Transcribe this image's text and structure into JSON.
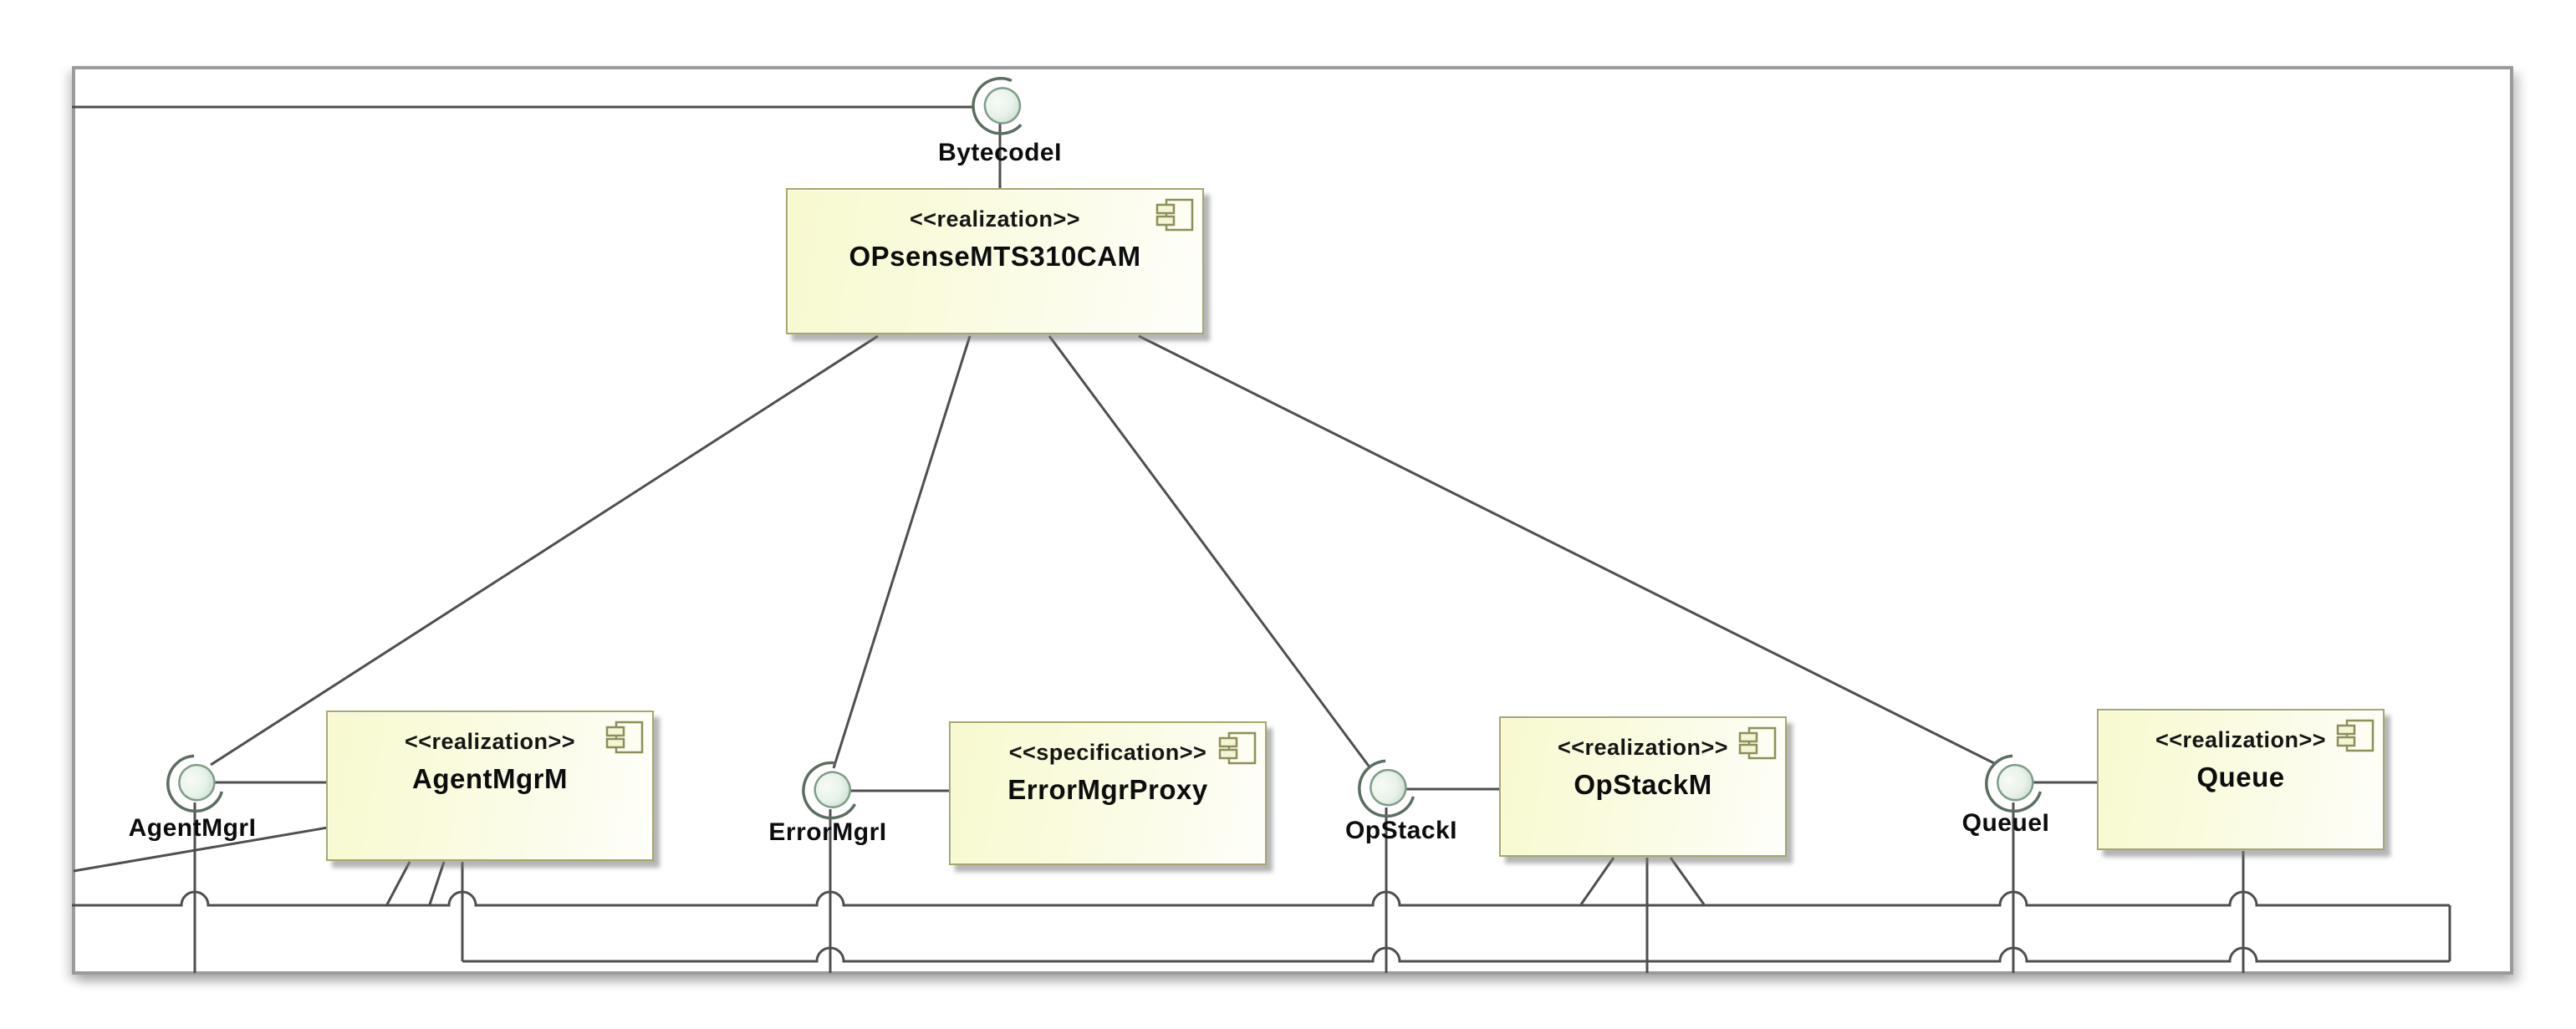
{
  "diagram": {
    "kind": "uml-component-diagram",
    "colors": {
      "component_fill_left": "#f8f9cf",
      "component_fill_right": "#fefefa",
      "component_border": "#a6a66e",
      "connector": "#4f4f4f",
      "interface_ball_fill": "#e9f3ea",
      "interface_ball_ring": "#7e9d88",
      "frame_border": "#9b9b9b",
      "text": "#0d0d0d"
    }
  },
  "interfaces": [
    {
      "label": "BytecodeI"
    },
    {
      "label": "AgentMgrI"
    },
    {
      "label": "ErrorMgrI"
    },
    {
      "label": "OpStackI"
    },
    {
      "label": "QueueI"
    }
  ],
  "components": [
    {
      "stereotype": "<<realization>>",
      "name": "OPsenseMTS310CAM"
    },
    {
      "stereotype": "<<realization>>",
      "name": "AgentMgrM"
    },
    {
      "stereotype": "<<specification>>",
      "name": "ErrorMgrProxy"
    },
    {
      "stereotype": "<<realization>>",
      "name": "OpStackM"
    },
    {
      "stereotype": "<<realization>>",
      "name": "Queue"
    }
  ]
}
